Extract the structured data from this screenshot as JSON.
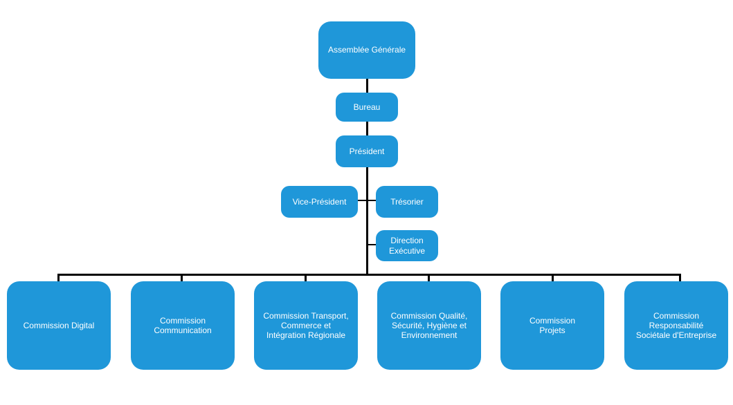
{
  "org_chart": {
    "assemblee": "Assemblée Générale",
    "bureau": "Bureau",
    "president": "Président",
    "vice_president": "Vice-Président",
    "tresorier": "Trésorier",
    "direction": "Direction\nExécutive",
    "commissions": [
      "Commission Digital",
      "Commission\nCommunication",
      "Commission Transport,\nCommerce et\nIntégration Régionale",
      "Commission Qualité,\nSécurité, Hygiène et\nEnvironnement",
      "Commission\nProjets",
      "Commission\nResponsabilité\nSociétale d'Entreprise"
    ]
  },
  "colors": {
    "node_fill": "#1f97d9",
    "node_text": "#ffffff",
    "connector": "#000000"
  }
}
